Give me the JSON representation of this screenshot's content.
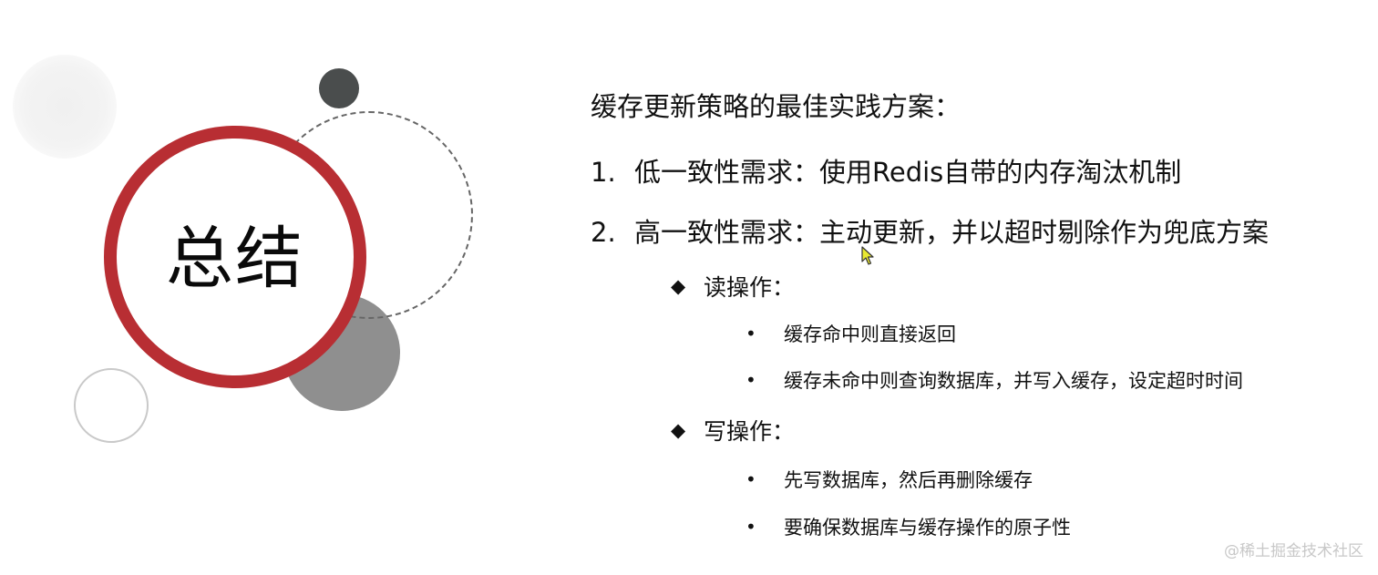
{
  "slide": {
    "title": "总结",
    "heading": "缓存更新策略的最佳实践方案：",
    "points": [
      {
        "number": "1.",
        "text": "低一致性需求：使用Redis自带的内存淘汰机制"
      },
      {
        "number": "2.",
        "text": "高一致性需求：主动更新，并以超时剔除作为兜底方案"
      }
    ],
    "read": {
      "marker": "◆",
      "label": "读操作：",
      "items": [
        "缓存命中则直接返回",
        "缓存未命中则查询数据库，并写入缓存，设定超时时间"
      ]
    },
    "write": {
      "marker": "◆",
      "label": "写操作：",
      "items": [
        "先写数据库，然后再删除缓存",
        "要确保数据库与缓存操作的原子性"
      ]
    },
    "bullet_marker": "•"
  },
  "watermark": "@稀土掘金技术社区",
  "colors": {
    "ring": "#b82e33",
    "dark_circle": "#4a4d4d",
    "gray_circle": "#8f8f8f",
    "cursor": "#e8e830"
  }
}
